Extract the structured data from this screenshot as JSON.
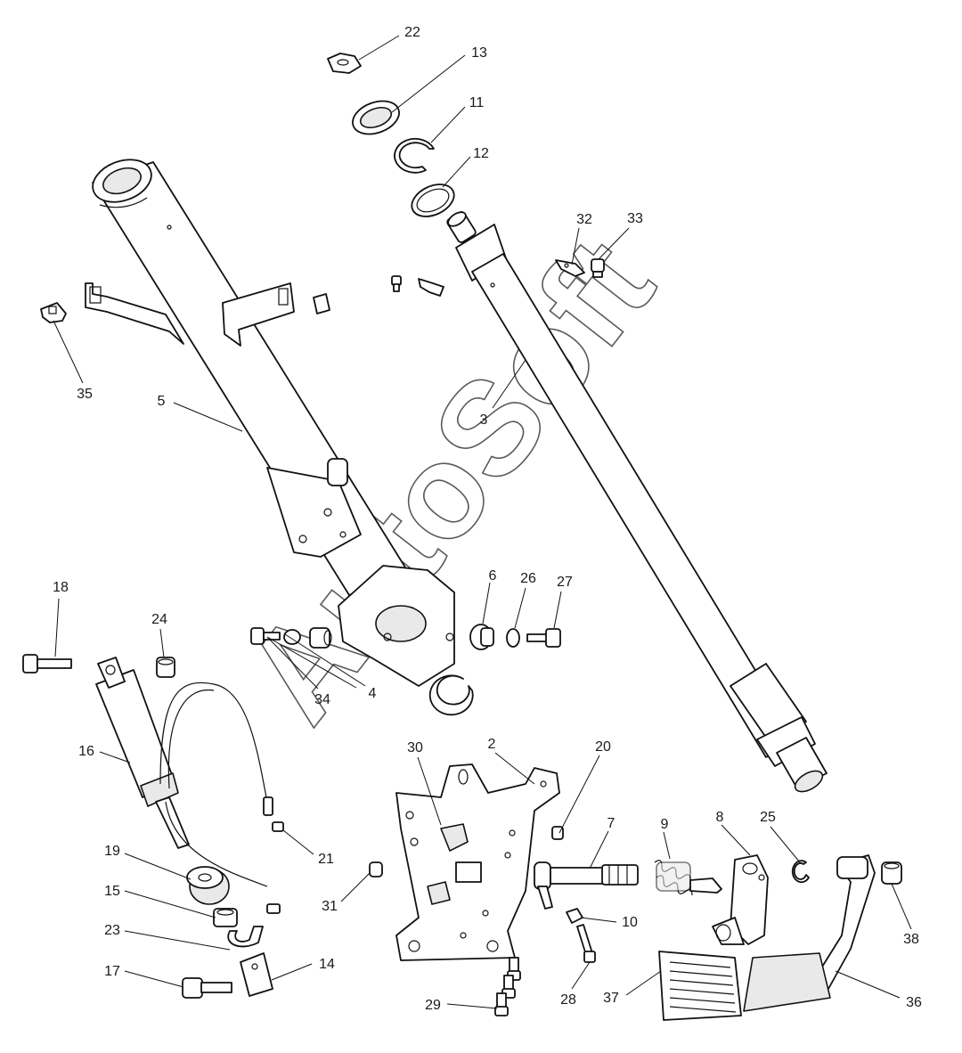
{
  "watermark": "AutoSoft",
  "callouts": [
    {
      "id": "c22",
      "label": "22"
    },
    {
      "id": "c13",
      "label": "13"
    },
    {
      "id": "c11",
      "label": "11"
    },
    {
      "id": "c12",
      "label": "12"
    },
    {
      "id": "c32",
      "label": "32"
    },
    {
      "id": "c33",
      "label": "33"
    },
    {
      "id": "c35",
      "label": "35"
    },
    {
      "id": "c5",
      "label": "5"
    },
    {
      "id": "c3",
      "label": "3"
    },
    {
      "id": "c18",
      "label": "18"
    },
    {
      "id": "c24",
      "label": "24"
    },
    {
      "id": "c6",
      "label": "6"
    },
    {
      "id": "c26",
      "label": "26"
    },
    {
      "id": "c27",
      "label": "27"
    },
    {
      "id": "c34",
      "label": "34"
    },
    {
      "id": "c4",
      "label": "4"
    },
    {
      "id": "c16",
      "label": "16"
    },
    {
      "id": "c30",
      "label": "30"
    },
    {
      "id": "c2",
      "label": "2"
    },
    {
      "id": "c20",
      "label": "20"
    },
    {
      "id": "c21",
      "label": "21"
    },
    {
      "id": "c7",
      "label": "7"
    },
    {
      "id": "c9",
      "label": "9"
    },
    {
      "id": "c8",
      "label": "8"
    },
    {
      "id": "c25",
      "label": "25"
    },
    {
      "id": "c19",
      "label": "19"
    },
    {
      "id": "c15",
      "label": "15"
    },
    {
      "id": "c23",
      "label": "23"
    },
    {
      "id": "c31",
      "label": "31"
    },
    {
      "id": "c10",
      "label": "10"
    },
    {
      "id": "c38",
      "label": "38"
    },
    {
      "id": "c17",
      "label": "17"
    },
    {
      "id": "c14",
      "label": "14"
    },
    {
      "id": "c28",
      "label": "28"
    },
    {
      "id": "c37",
      "label": "37"
    },
    {
      "id": "c36",
      "label": "36"
    },
    {
      "id": "c29",
      "label": "29"
    }
  ]
}
